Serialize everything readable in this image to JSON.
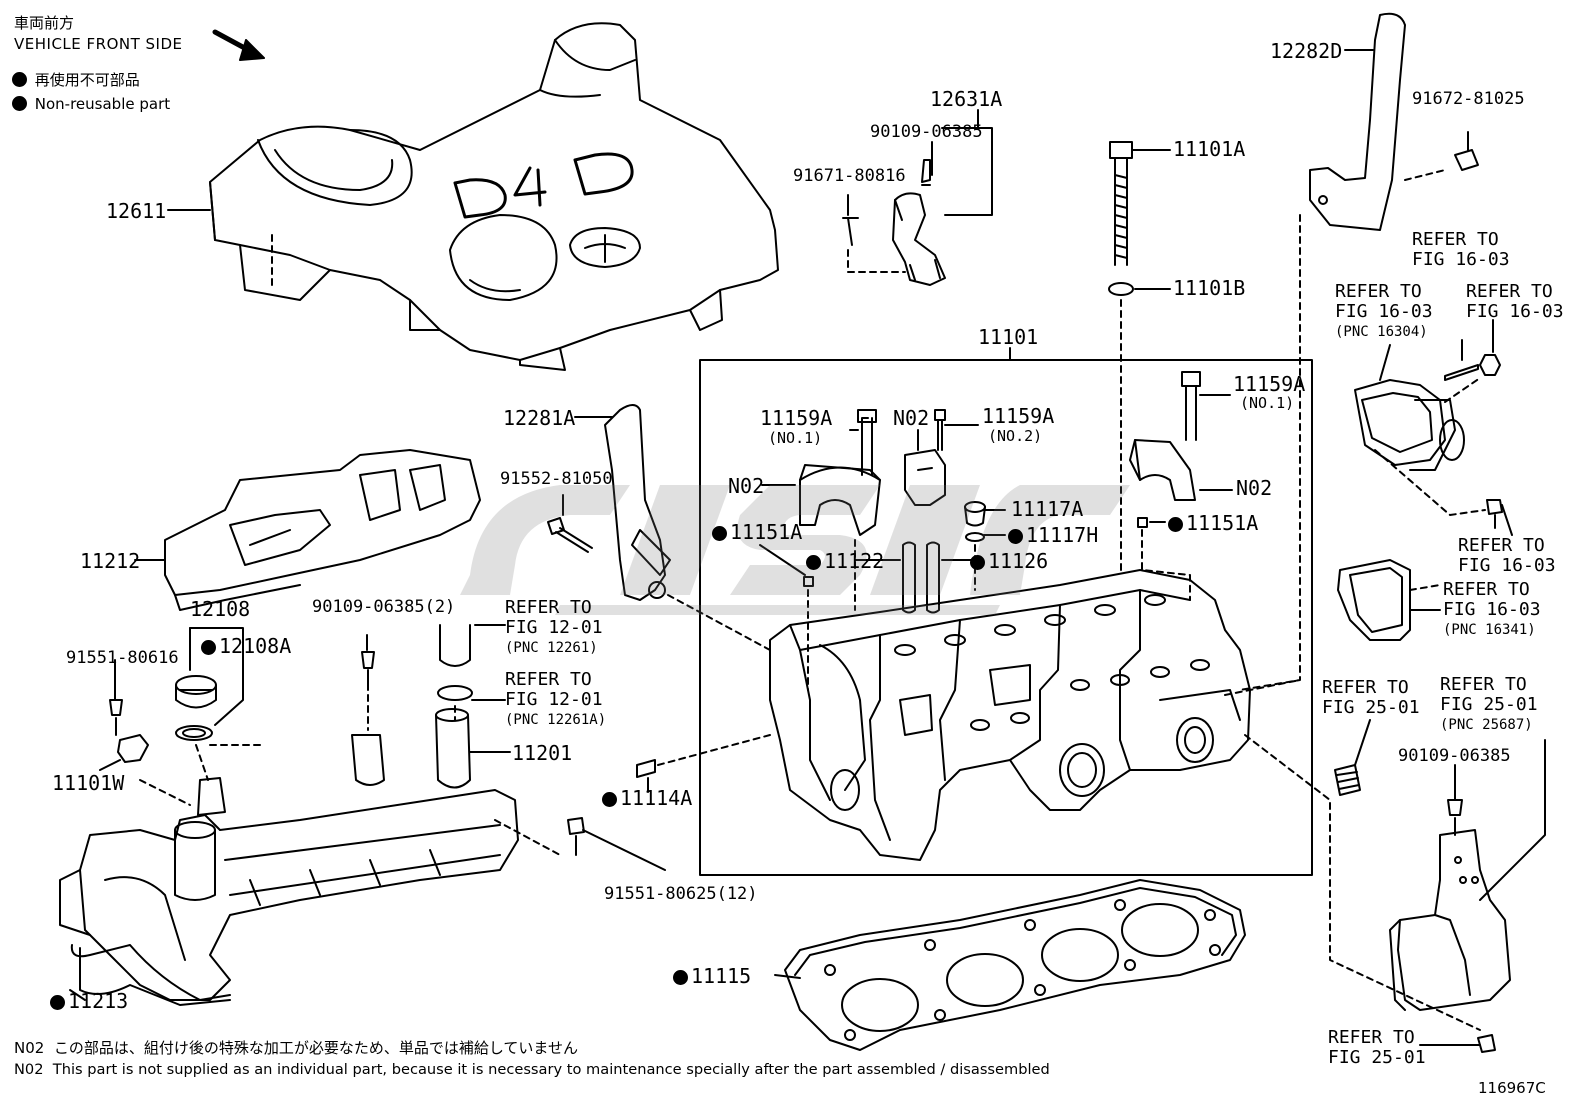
{
  "header": {
    "front_jp": "車両前方",
    "front_en": "VEHICLE FRONT SIDE",
    "legend_jp": "再使用不可部品",
    "legend_en": "Non-reusable part"
  },
  "cover_logo": "D4D",
  "labels": {
    "p12611": "12611",
    "p12631A": "12631A",
    "p90109_top": "90109-06385",
    "p91671": "91671-80816",
    "p11101A": "11101A",
    "p11101B": "11101B",
    "p12282D": "12282D",
    "p91672": "91672-81025",
    "p11101": "11101",
    "p12281A": "12281A",
    "p91552": "91552-81050",
    "p11212": "11212",
    "p11159A_l": "11159A",
    "p11159A_l_sub": "(NO.1)",
    "p11159A_m": "11159A",
    "p11159A_m_sub": "(NO.2)",
    "p11159A_r": "11159A",
    "p11159A_r_sub": "(NO.1)",
    "pN02_m": "N02",
    "pN02_l": "N02",
    "pN02_r": "N02",
    "p11117A": "11117A",
    "p11117H": "11117H",
    "p11151A_l": "11151A",
    "p11151A_r": "11151A",
    "p11122": "11122",
    "p11126": "11126",
    "p12108": "12108",
    "p12108A": "12108A",
    "p90109_2": "90109-06385(2)",
    "p91551_616": "91551-80616",
    "p11101W": "11101W",
    "p11201": "11201",
    "p11114A": "11114A",
    "p91551_625": "91551-80625(12)",
    "p11115": "11115",
    "p11213": "11213",
    "p90109_r": "90109-06385"
  },
  "refs": {
    "r_fig12_a": "REFER TO",
    "r_fig12_a2": "FIG 12-01",
    "r_fig12_a3": "(PNC 12261)",
    "r_fig12_b": "REFER TO",
    "r_fig12_b2": "FIG 12-01",
    "r_fig12_b3": "(PNC 12261A)",
    "r_fig16_top": "REFER TO",
    "r_fig16_top2": "FIG 16-03",
    "r_fig16_pnc": "REFER TO",
    "r_fig16_pnc2": "FIG 16-03",
    "r_fig16_pnc3": "(PNC 16304)",
    "r_fig16_r": "REFER TO",
    "r_fig16_r2": "FIG 16-03",
    "r_fig16_bolt": "REFER TO",
    "r_fig16_bolt2": "FIG 16-03",
    "r_fig16_gask": "REFER TO",
    "r_fig16_gask2": "FIG 16-03",
    "r_fig16_gask3": "(PNC 16341)",
    "r_fig25_a": "REFER TO",
    "r_fig25_a2": "FIG 25-01",
    "r_fig25_b": "REFER TO",
    "r_fig25_b2": "FIG 25-01",
    "r_fig25_b3": "(PNC 25687)",
    "r_fig25_c": "REFER TO",
    "r_fig25_c2": "FIG 25-01"
  },
  "footer": {
    "n02_code": "N02",
    "n02_jp": "この部品は、組付け後の特殊な加工が必要なため、単品では補給していません",
    "n02_en": "This part is not supplied as an individual part, because it is necessary to maintenance specially after the part assembled / disassembled",
    "figure_id": "116967C"
  }
}
